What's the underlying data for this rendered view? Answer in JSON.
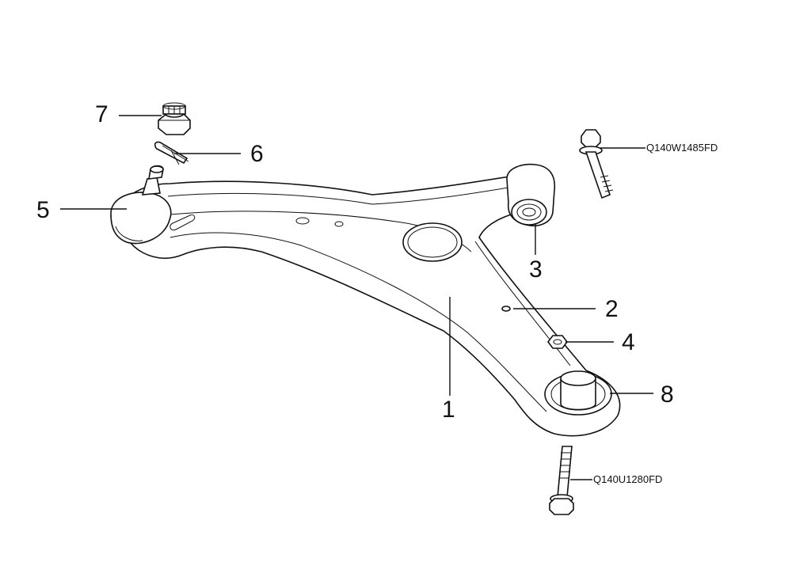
{
  "callouts": [
    {
      "id": "1",
      "label": "1"
    },
    {
      "id": "2",
      "label": "2"
    },
    {
      "id": "3",
      "label": "3"
    },
    {
      "id": "4",
      "label": "4"
    },
    {
      "id": "5",
      "label": "5"
    },
    {
      "id": "6",
      "label": "6"
    },
    {
      "id": "7",
      "label": "7"
    },
    {
      "id": "8",
      "label": "8"
    }
  ],
  "part_codes": {
    "upper_bolt": "Q140W1485FD",
    "lower_bolt": "Q140U1280FD"
  }
}
